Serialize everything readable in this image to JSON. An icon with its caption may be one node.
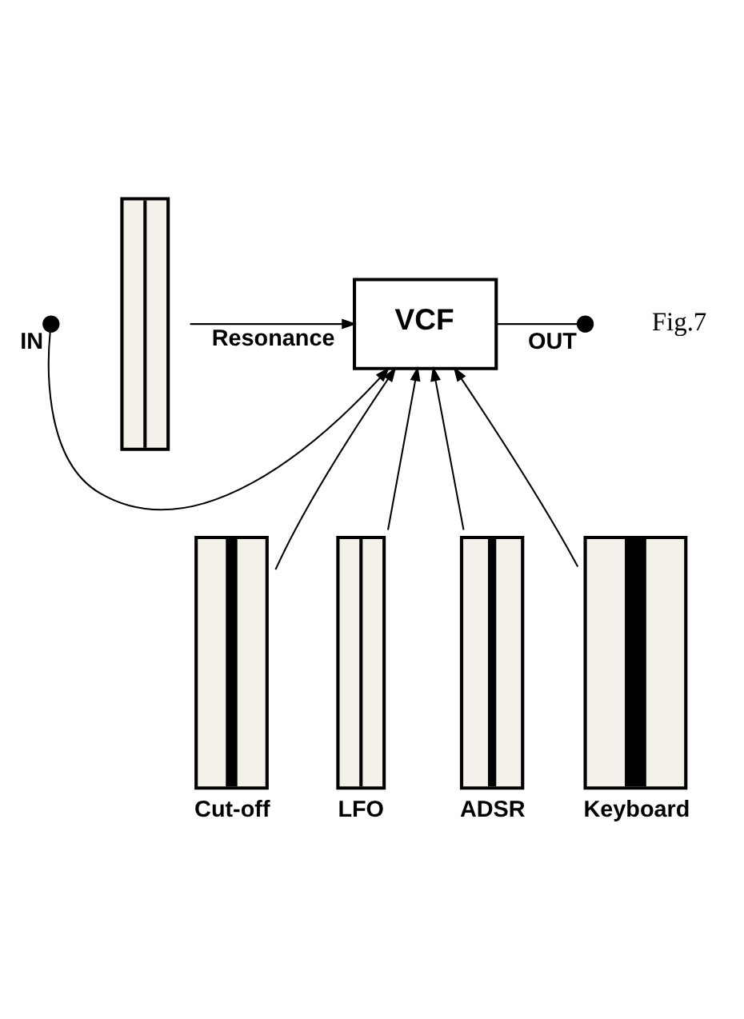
{
  "diagram": {
    "nodes": [
      {
        "text": [],
        "shape": "circle",
        "beside": [
          "IN"
        ]
      },
      {
        "text": [],
        "shape": "slider"
      },
      {
        "text": [
          "VCF"
        ]
      },
      {
        "text": [],
        "shape": "circle",
        "beside": [
          "OUT"
        ]
      },
      {
        "text": [],
        "shape": "slider",
        "beside": [
          "Cut-off"
        ]
      },
      {
        "text": [],
        "shape": "slider",
        "beside": [
          "LFO"
        ]
      },
      {
        "text": [],
        "shape": "slider",
        "beside": [
          "ADSR"
        ]
      },
      {
        "text": [],
        "shape": "slider",
        "beside": [
          "Keyboard"
        ]
      }
    ],
    "edges": [
      {
        "from": 0,
        "to": 2,
        "arrow": "to"
      },
      {
        "from": 1,
        "to": 2,
        "arrow": "to",
        "label": "Resonance"
      },
      {
        "from": 2,
        "to": 3,
        "arrow": "none"
      },
      {
        "from": 4,
        "to": 2,
        "arrow": "to"
      },
      {
        "from": 5,
        "to": 2,
        "arrow": "to"
      },
      {
        "from": 6,
        "to": 2,
        "arrow": "to"
      },
      {
        "from": 7,
        "to": 2,
        "arrow": "to"
      }
    ],
    "labels": [
      "Fig.7"
    ]
  }
}
